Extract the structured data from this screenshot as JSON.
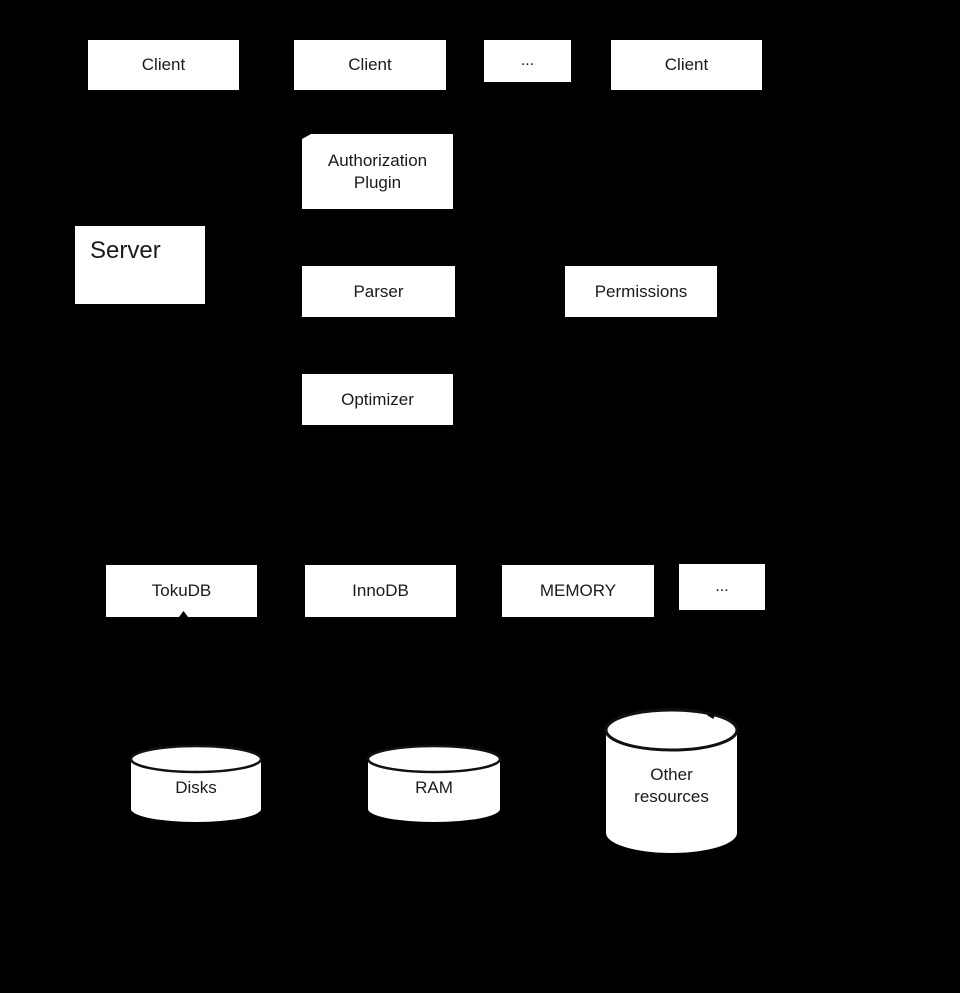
{
  "colors": {
    "background": "#000000",
    "node_fill": "#ffffff",
    "node_text": "#1a1a1a"
  },
  "nodes": {
    "client1": {
      "label": "Client"
    },
    "client2": {
      "label": "Client"
    },
    "clients_more": {
      "label": "..."
    },
    "client3": {
      "label": "Client"
    },
    "auth_plugin": {
      "label": "Authorization Plugin"
    },
    "server": {
      "label": "Server"
    },
    "parser": {
      "label": "Parser"
    },
    "permissions": {
      "label": "Permissions"
    },
    "optimizer": {
      "label": "Optimizer"
    },
    "tokudb": {
      "label": "TokuDB"
    },
    "innodb": {
      "label": "InnoDB"
    },
    "memory": {
      "label": "MEMORY"
    },
    "engines_more": {
      "label": "..."
    },
    "disks": {
      "label": "Disks"
    },
    "ram": {
      "label": "RAM"
    },
    "other_resources": {
      "label": "Other resources"
    }
  }
}
